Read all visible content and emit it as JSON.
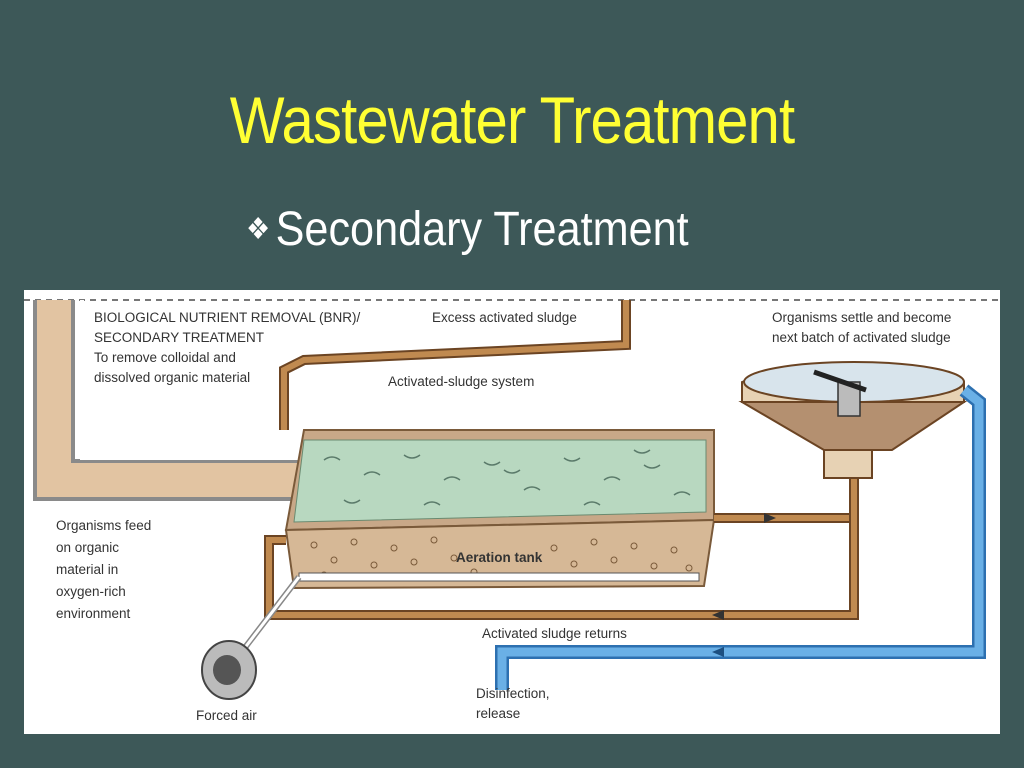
{
  "slide": {
    "title": "Wastewater Treatment",
    "subtitle": "Secondary Treatment",
    "bullet_icon": "diamond-bullet"
  },
  "diagram": {
    "bnr_label_1": "BIOLOGICAL NUTRIENT REMOVAL (BNR)/",
    "bnr_label_2": "SECONDARY TREATMENT",
    "bnr_label_3": "To remove colloidal and",
    "bnr_label_4": "dissolved organic material",
    "excess_sludge": "Excess activated sludge",
    "activated_system": "Activated-sludge system",
    "settle_1": "Organisms settle and become",
    "settle_2": "next batch of activated sludge",
    "feed_1": "Organisms feed",
    "feed_2": "on organic",
    "feed_3": "material in",
    "feed_4": "oxygen-rich",
    "feed_5": "environment",
    "aeration_tank": "Aeration tank",
    "returns": "Activated sludge returns",
    "disinfection_1": "Disinfection,",
    "disinfection_2": "release",
    "forced_air": "Forced air"
  },
  "colors": {
    "background": "#3d5858",
    "title": "#ffff33",
    "pipe_brown": "#8b5a2b",
    "pipe_blue": "#5aa0d8",
    "water": "#bcd8c4"
  }
}
